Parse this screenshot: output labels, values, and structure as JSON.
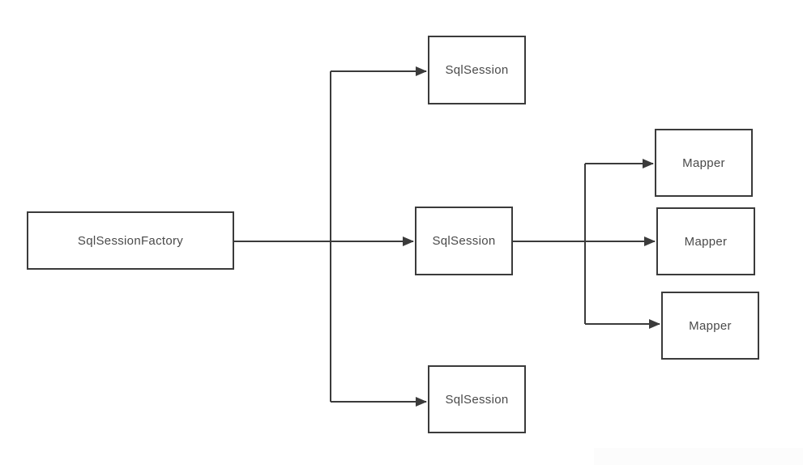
{
  "diagram": {
    "nodes": {
      "factory": {
        "id": "factory",
        "label": "SqlSessionFactory"
      },
      "session_top": {
        "id": "session_top",
        "label": "SqlSession"
      },
      "session_mid": {
        "id": "session_mid",
        "label": "SqlSession"
      },
      "session_bottom": {
        "id": "session_bottom",
        "label": "SqlSession"
      },
      "mapper_top": {
        "id": "mapper_top",
        "label": "Mapper"
      },
      "mapper_mid": {
        "id": "mapper_mid",
        "label": "Mapper"
      },
      "mapper_bottom": {
        "id": "mapper_bottom",
        "label": "Mapper"
      }
    },
    "edges": [
      {
        "from": "factory",
        "to": "session_top",
        "arrow": true
      },
      {
        "from": "factory",
        "to": "session_mid",
        "arrow": true
      },
      {
        "from": "factory",
        "to": "session_bottom",
        "arrow": true
      },
      {
        "from": "session_mid",
        "to": "mapper_top",
        "arrow": true
      },
      {
        "from": "session_mid",
        "to": "mapper_mid",
        "arrow": true
      },
      {
        "from": "session_mid",
        "to": "mapper_bottom",
        "arrow": true
      }
    ],
    "colors": {
      "stroke": "#3b3b3b",
      "text": "#4a4a4a",
      "background": "#ffffff",
      "watermark_band": "#fcfcfc"
    }
  }
}
